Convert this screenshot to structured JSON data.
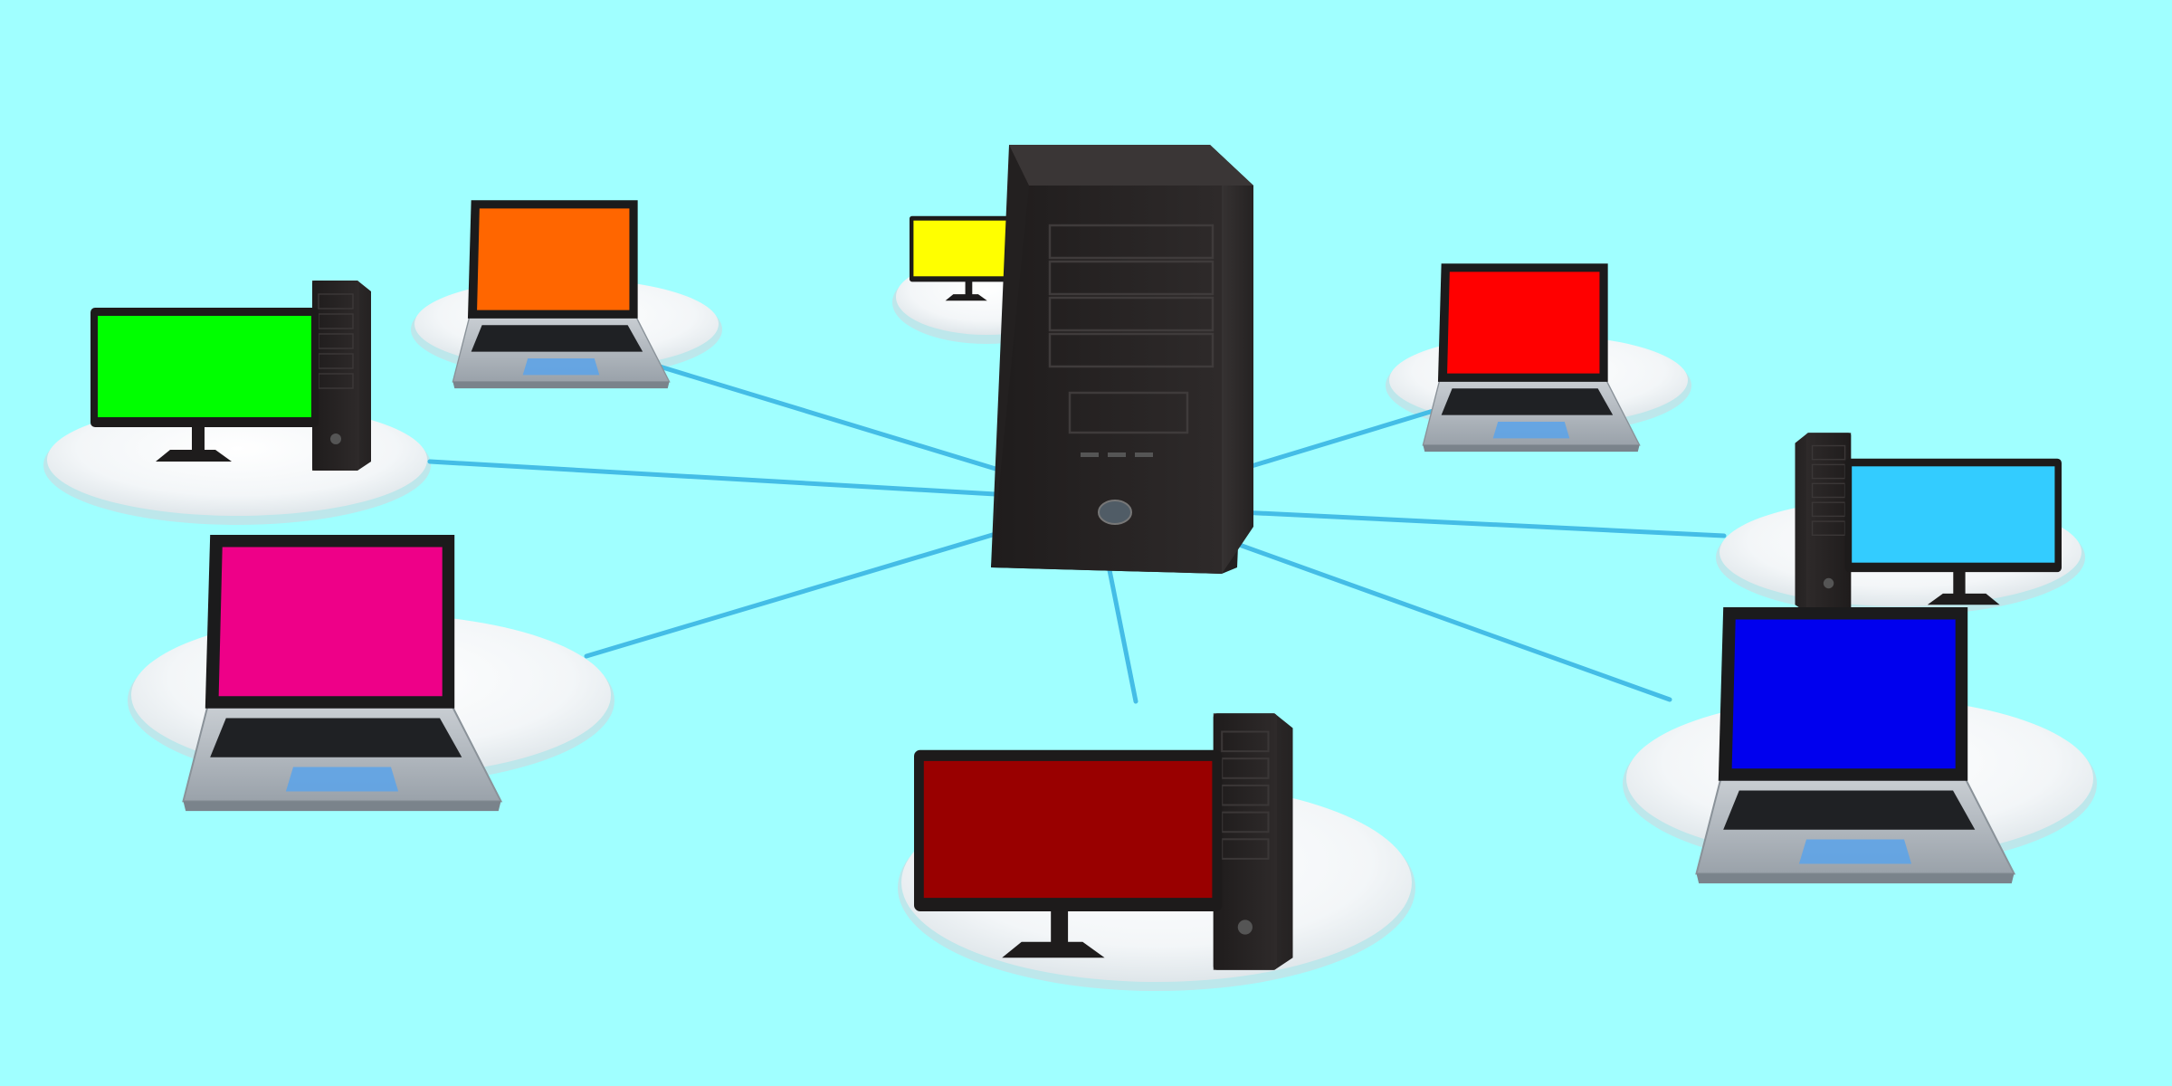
{
  "diagram": {
    "type": "star-network",
    "background_color": "#a0ffff",
    "link_color": "#44bde6",
    "hub": {
      "kind": "server-tower",
      "case_color": "#2a2727"
    },
    "nodes": [
      {
        "id": "green-desktop",
        "kind": "desktop",
        "screen_color": "#00ff00"
      },
      {
        "id": "orange-laptop",
        "kind": "laptop",
        "screen_color": "#ff6600"
      },
      {
        "id": "yellow-desktop",
        "kind": "desktop",
        "screen_color": "#ffff00"
      },
      {
        "id": "red-laptop",
        "kind": "laptop",
        "screen_color": "#ff0000"
      },
      {
        "id": "lightblue-desktop",
        "kind": "desktop",
        "screen_color": "#33ccff"
      },
      {
        "id": "blue-laptop",
        "kind": "laptop",
        "screen_color": "#0000ee"
      },
      {
        "id": "darkred-desktop",
        "kind": "desktop",
        "screen_color": "#990000"
      },
      {
        "id": "magenta-laptop",
        "kind": "laptop",
        "screen_color": "#ee0088"
      }
    ]
  }
}
